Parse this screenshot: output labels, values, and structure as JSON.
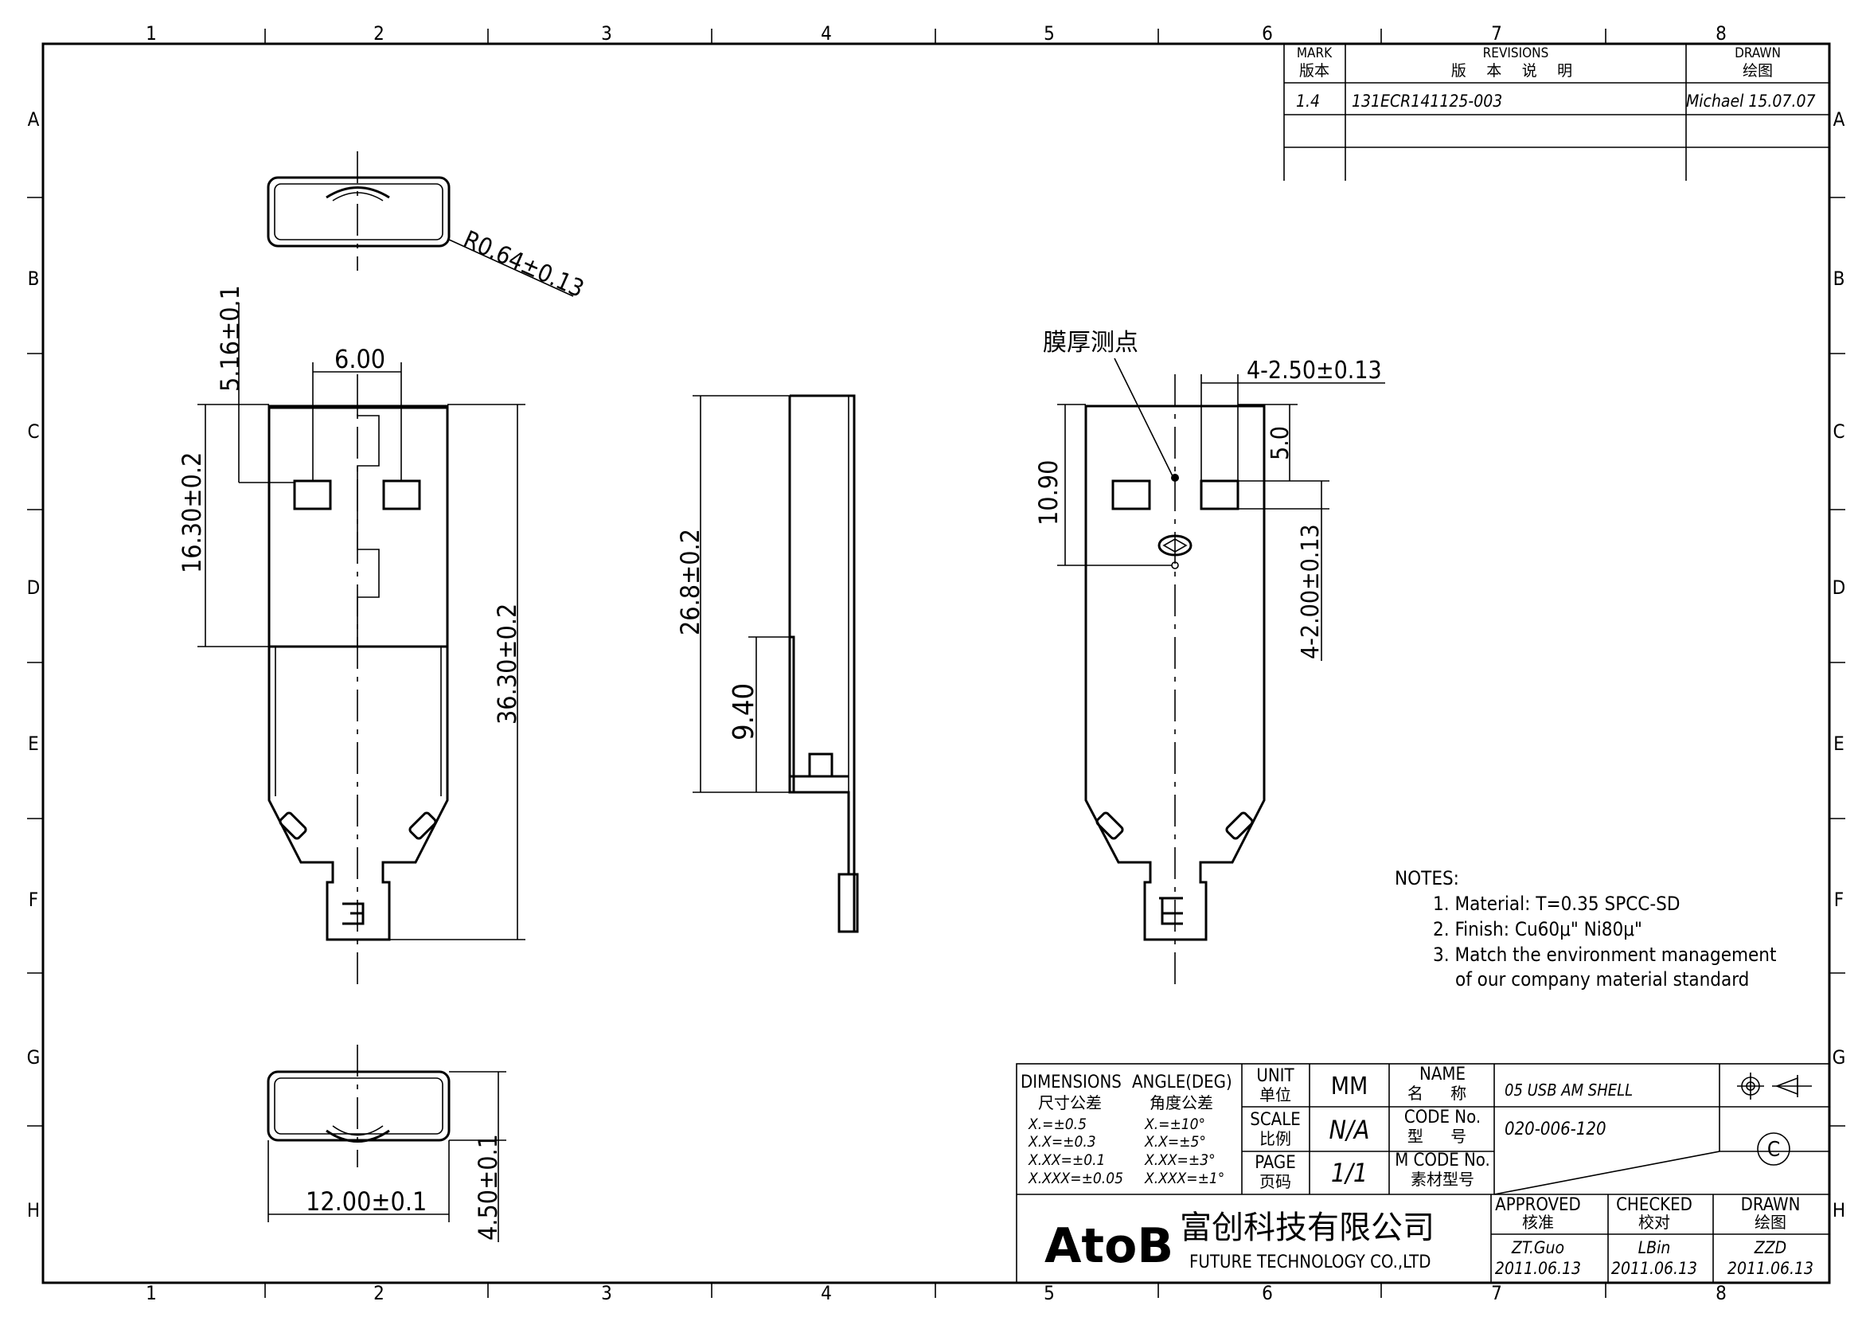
{
  "border": {
    "columns": [
      "1",
      "2",
      "3",
      "4",
      "5",
      "6",
      "7",
      "8"
    ],
    "rows": [
      "A",
      "B",
      "C",
      "D",
      "E",
      "F",
      "G",
      "H"
    ]
  },
  "revisions": {
    "mark_en": "MARK",
    "mark_cn": "版本",
    "rev_en": "REVISIONS",
    "rev_cn": "版 本 说 明",
    "drawn_en": "DRAWN",
    "drawn_cn": "绘图",
    "entries": [
      {
        "mark": "1.4",
        "text": "131ECR141125-003",
        "drawn": "Michael 15.07.07"
      }
    ]
  },
  "dimensions": {
    "r064": "R0.64±0.13",
    "d516": "5.16±0.1",
    "d600": "6.00",
    "d1630": "16.30±0.2",
    "d3630": "36.30±0.2",
    "d268": "26.8±0.2",
    "d940": "9.40",
    "d1090": "10.90",
    "d50": "5.0",
    "d425": "4-2.50±0.13",
    "d420": "4-2.00±0.13",
    "d1200": "12.00±0.1",
    "d450": "4.50±0.1"
  },
  "callout": "膜厚测点",
  "notes": {
    "title": "NOTES:",
    "items": [
      "1. Material: T=0.35 SPCC-SD",
      "2. Finish: Cu60μ\" Ni80μ\"",
      "3. Match the environment management",
      "of our company material standard"
    ]
  },
  "title_block": {
    "dim_en": "DIMENSIONS",
    "dim_cn": "尺寸公差",
    "ang_en": "ANGLE(DEG)",
    "ang_cn": "角度公差",
    "tol": [
      "X.=±0.5",
      "X.X=±0.3",
      "X.XX=±0.1",
      "X.XXX=±0.05"
    ],
    "angtol": [
      "X.=±10°",
      "X.X=±5°",
      "X.XX=±3°",
      "X.XXX=±1°"
    ],
    "unit_en": "UNIT",
    "unit_cn": "单位",
    "unit_val": "MM",
    "scale_en": "SCALE",
    "scale_cn": "比例",
    "scale_val": "N/A",
    "page_en": "PAGE",
    "page_cn": "页码",
    "page_val": "1/1",
    "name_en": "NAME",
    "name_cn": "名 称",
    "name_val": "05 USB AM SHELL",
    "code_en": "CODE No.",
    "code_cn": "型 号",
    "code_val": "020-006-120",
    "mcode_en": "M CODE No.",
    "mcode_cn": "素材型号",
    "approved_en": "APPROVED",
    "approved_cn": "核准",
    "approved_name": "ZT.Guo",
    "approved_date": "2011.06.13",
    "checked_en": "CHECKED",
    "checked_cn": "校对",
    "checked_name": "LBin",
    "checked_date": "2011.06.13",
    "drawn_en": "DRAWN",
    "drawn_cn": "绘图",
    "drawn_name": "ZZD",
    "drawn_date": "2011.06.13",
    "logo": "AtoB",
    "company_cn": "富创科技有限公司",
    "company_en": "FUTURE TECHNOLOGY CO.,LTD",
    "copyright": "C"
  }
}
